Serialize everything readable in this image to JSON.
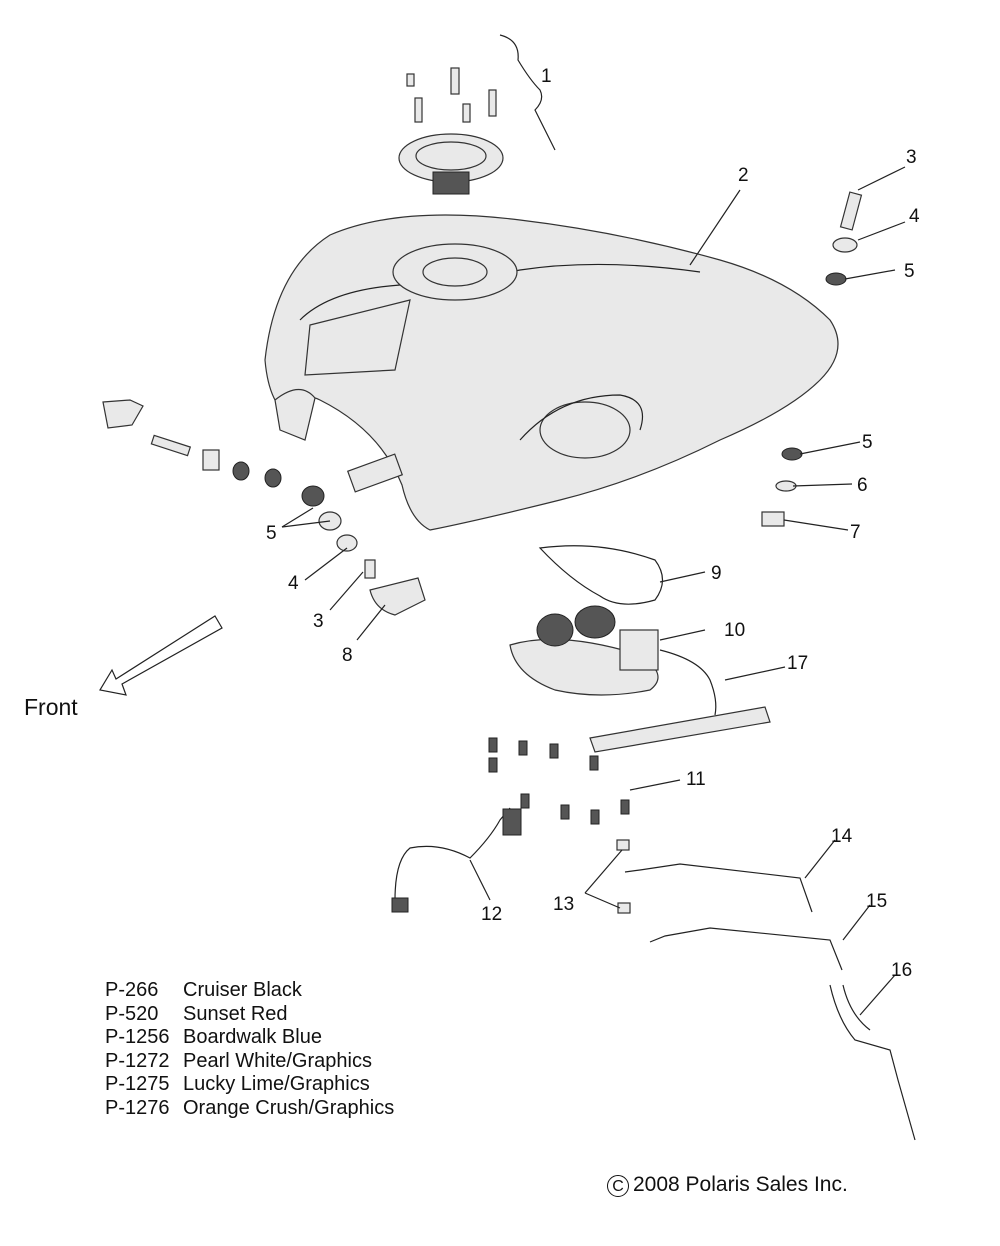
{
  "callouts": [
    "1",
    "2",
    "3",
    "4",
    "5",
    "5",
    "3",
    "4",
    "5",
    "6",
    "7",
    "8",
    "9",
    "10",
    "17",
    "11",
    "14",
    "13",
    "12",
    "15",
    "16"
  ],
  "front_label": "Front",
  "legend": [
    {
      "code": "P-266",
      "name": "Cruiser Black"
    },
    {
      "code": "P-520",
      "name": "Sunset Red"
    },
    {
      "code": "P-1256",
      "name": "Boardwalk Blue"
    },
    {
      "code": "P-1272",
      "name": "Pearl White/Graphics"
    },
    {
      "code": "P-1275",
      "name": "Lucky Lime/Graphics"
    },
    {
      "code": "P-1276",
      "name": "Orange Crush/Graphics"
    }
  ],
  "copyright": {
    "symbol": "C",
    "text": "2008 Polaris Sales Inc."
  }
}
